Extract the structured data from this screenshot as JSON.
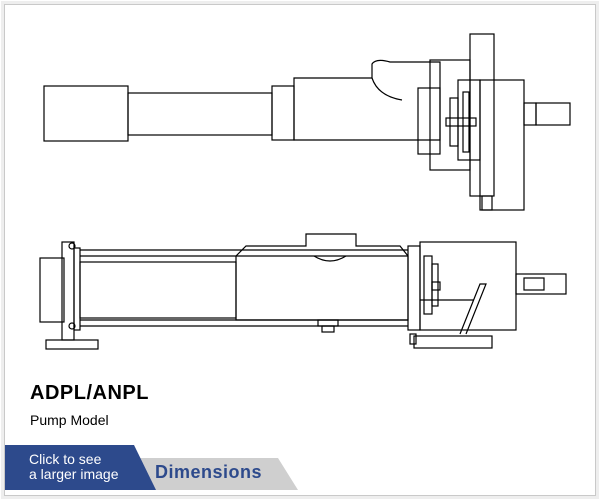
{
  "product": {
    "title": "ADPL/ANPL",
    "subtitle": "Pump Model"
  },
  "actions": {
    "enlarge_line1": "Click to see",
    "enlarge_line2": "a larger image",
    "dimensions_label": "Dimensions"
  },
  "colors": {
    "primary_tab": "#2d4a8c",
    "secondary_tab": "#cfcfcf",
    "link_text": "#2d4a8c"
  },
  "icons": {
    "top_view": "pump-top-view-drawing",
    "side_view": "pump-side-view-drawing"
  }
}
